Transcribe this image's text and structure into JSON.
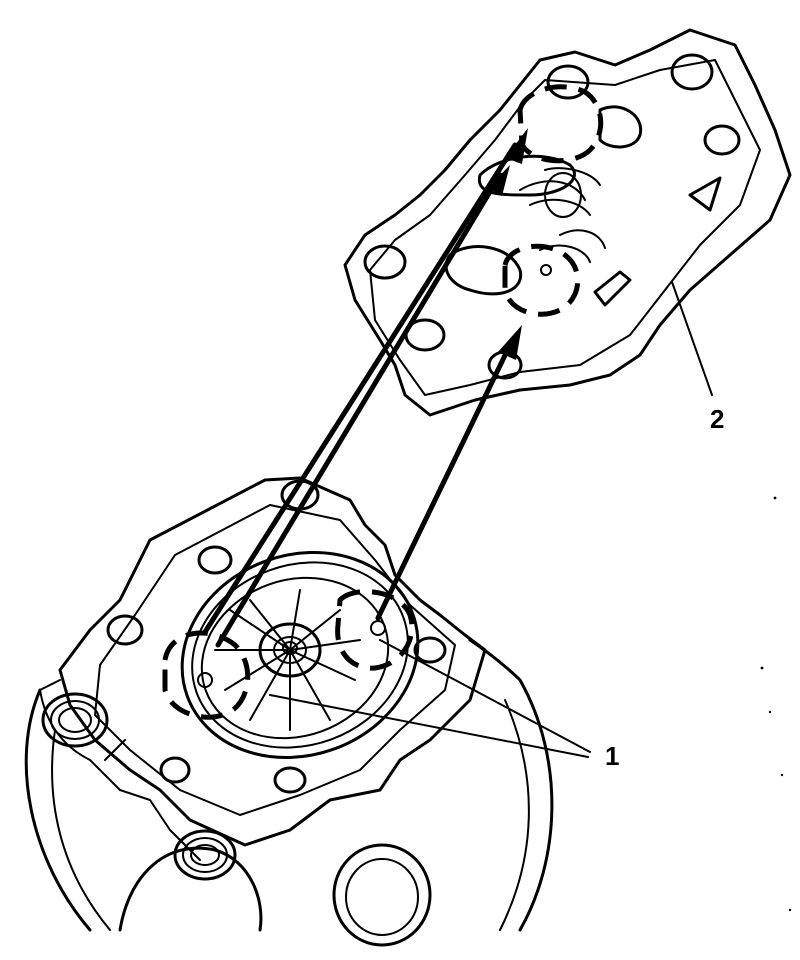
{
  "diagram": {
    "callouts": [
      {
        "id": "1",
        "label": "1"
      },
      {
        "id": "2",
        "label": "2"
      }
    ]
  },
  "colors": {
    "ink": "#000000",
    "background": "#ffffff"
  }
}
